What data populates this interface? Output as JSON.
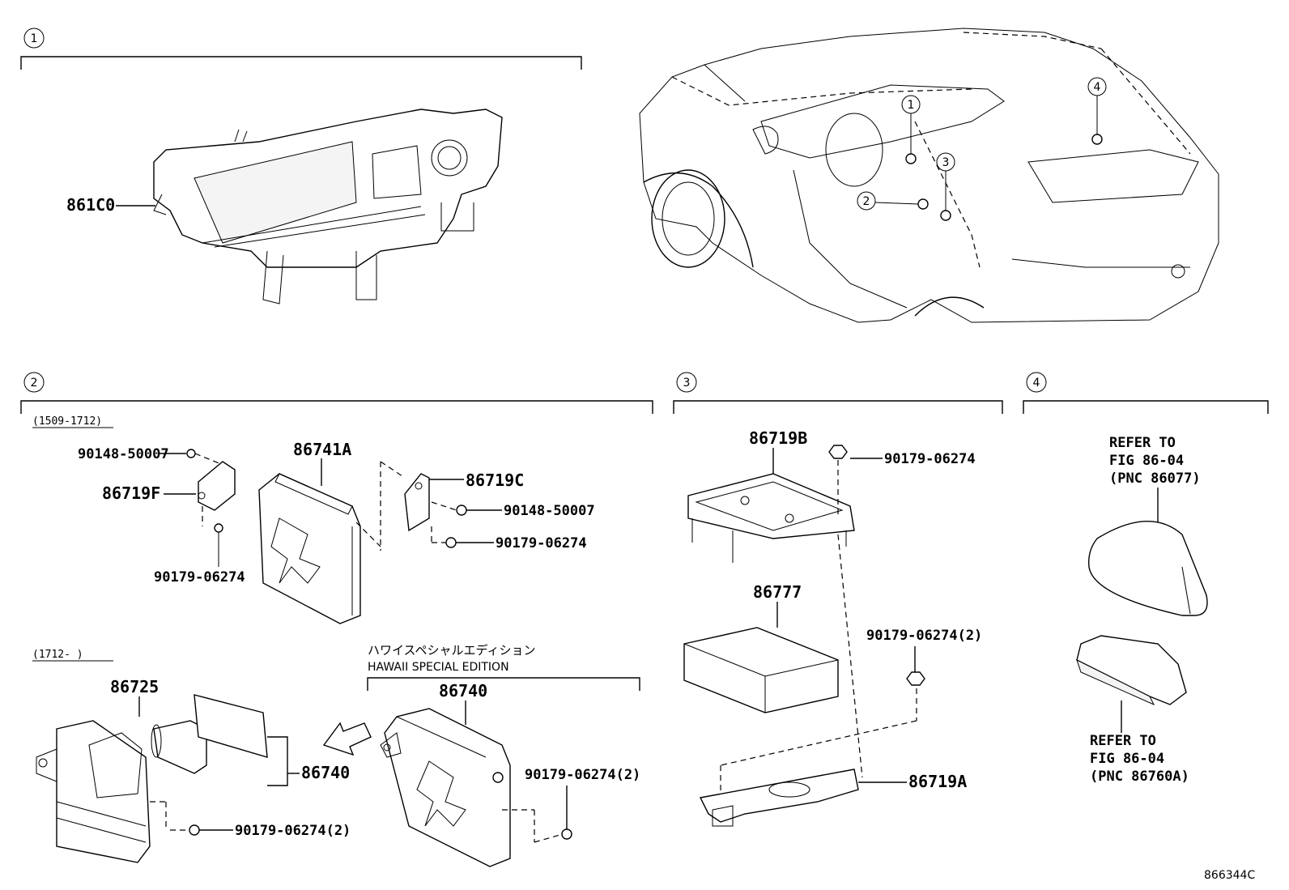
{
  "sections": {
    "s1": {
      "num": "1"
    },
    "s2": {
      "num": "2"
    },
    "s3": {
      "num": "3"
    },
    "s4": {
      "num": "4"
    }
  },
  "car": {
    "c1": "1",
    "c2": "2",
    "c3": "3",
    "c4": "4"
  },
  "parts": {
    "p861C0": "861C0",
    "p86741A": "86741A",
    "p86719F": "86719F",
    "p86719C": "86719C",
    "p90148_a": "90148-50007",
    "p90148_b": "90148-50007",
    "p90179_a": "90179-06274",
    "p90179_b": "90179-06274",
    "p86725": "86725",
    "p86740_left": "86740",
    "p86740_mid": "86740",
    "p90179_c": "90179-06274(2)",
    "p90179_d": "90179-06274(2)",
    "p86719B": "86719B",
    "p90179_e": "90179-06274",
    "p86777": "86777",
    "p90179_f": "90179-06274(2)",
    "p86719A": "86719A"
  },
  "ranges": {
    "r1": "(1509-1712)",
    "r2": "(1712-      )"
  },
  "hawaii": {
    "jp": "ハワイスペシャルエディション",
    "en": "HAWAII SPECIAL EDITION"
  },
  "refer1": {
    "l1": "REFER TO",
    "l2": "FIG 86-04",
    "l3": "(PNC 86077)"
  },
  "refer2": {
    "l1": "REFER TO",
    "l2": "FIG 86-04",
    "l3": "(PNC 86760A)"
  },
  "figure_id": "866344C"
}
